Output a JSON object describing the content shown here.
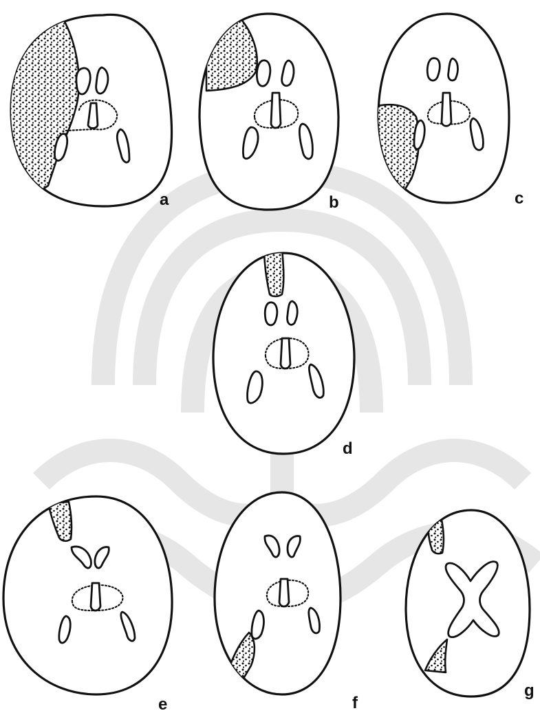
{
  "figure": {
    "panels": [
      {
        "id": "a",
        "label": "a"
      },
      {
        "id": "b",
        "label": "b"
      },
      {
        "id": "c",
        "label": "c"
      },
      {
        "id": "d",
        "label": "d"
      },
      {
        "id": "e",
        "label": "e"
      },
      {
        "id": "f",
        "label": "f"
      },
      {
        "id": "g",
        "label": "g"
      }
    ]
  },
  "colors": {
    "line": "#111111",
    "background": "#ffffff",
    "watermark": "#e4e4e4",
    "lesion_stipple": "#111111"
  },
  "icons": {
    "watermark": "university-emblem-watermark"
  }
}
